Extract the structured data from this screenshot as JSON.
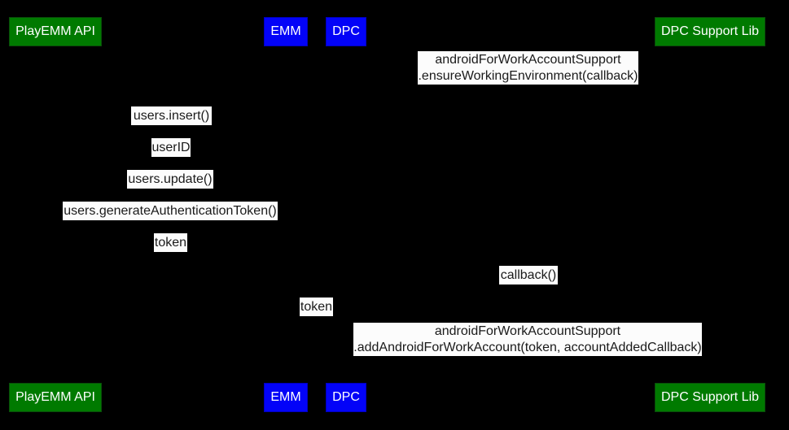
{
  "diagram": {
    "type": "sequence-diagram",
    "background_color": "#000000",
    "colors": {
      "actor_green_fill": "#007a00",
      "actor_green_border": "#0a4d0a",
      "actor_blue_fill": "#0303f8",
      "actor_blue_border": "#0000c0",
      "actor_text": "#ffffff",
      "message_bg": "#fcfcfc",
      "message_text": "#1a1a1a"
    },
    "actors": [
      {
        "label": "PlayEMM API",
        "color": "green"
      },
      {
        "label": "EMM",
        "color": "blue"
      },
      {
        "label": "DPC",
        "color": "blue"
      },
      {
        "label": "DPC Support Lib",
        "color": "green"
      }
    ],
    "messages": [
      {
        "text": "androidForWorkAccountSupport\n.ensureWorkingEnvironment(callback)"
      },
      {
        "text": "users.insert()"
      },
      {
        "text": "userID"
      },
      {
        "text": "users.update()"
      },
      {
        "text": "users.generateAuthenticationToken()"
      },
      {
        "text": "token"
      },
      {
        "text": "callback()"
      },
      {
        "text": "token"
      },
      {
        "text": "androidForWorkAccountSupport\n.addAndroidForWorkAccount(token, accountAddedCallback)"
      }
    ]
  }
}
